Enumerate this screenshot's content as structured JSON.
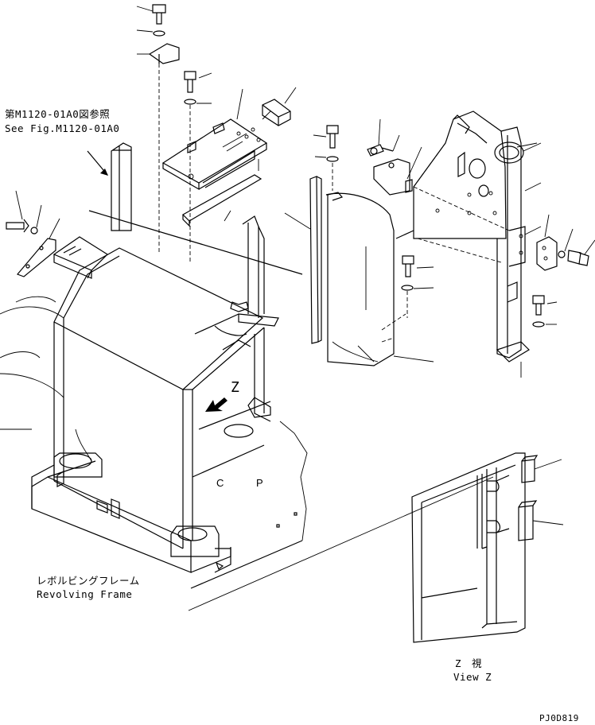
{
  "labels": {
    "ref_jp": "第M1120-01A0図参照",
    "ref_en": "See Fig.M1120-01A0",
    "frame_jp": "レボルビングフレーム",
    "frame_en": "Revolving Frame",
    "view_marker": "Z",
    "view_jp": "Z　視",
    "view_en": "View Z",
    "drawing_code": "PJ0D819"
  },
  "colors": {
    "line": "#000000",
    "background": "#ffffff"
  }
}
